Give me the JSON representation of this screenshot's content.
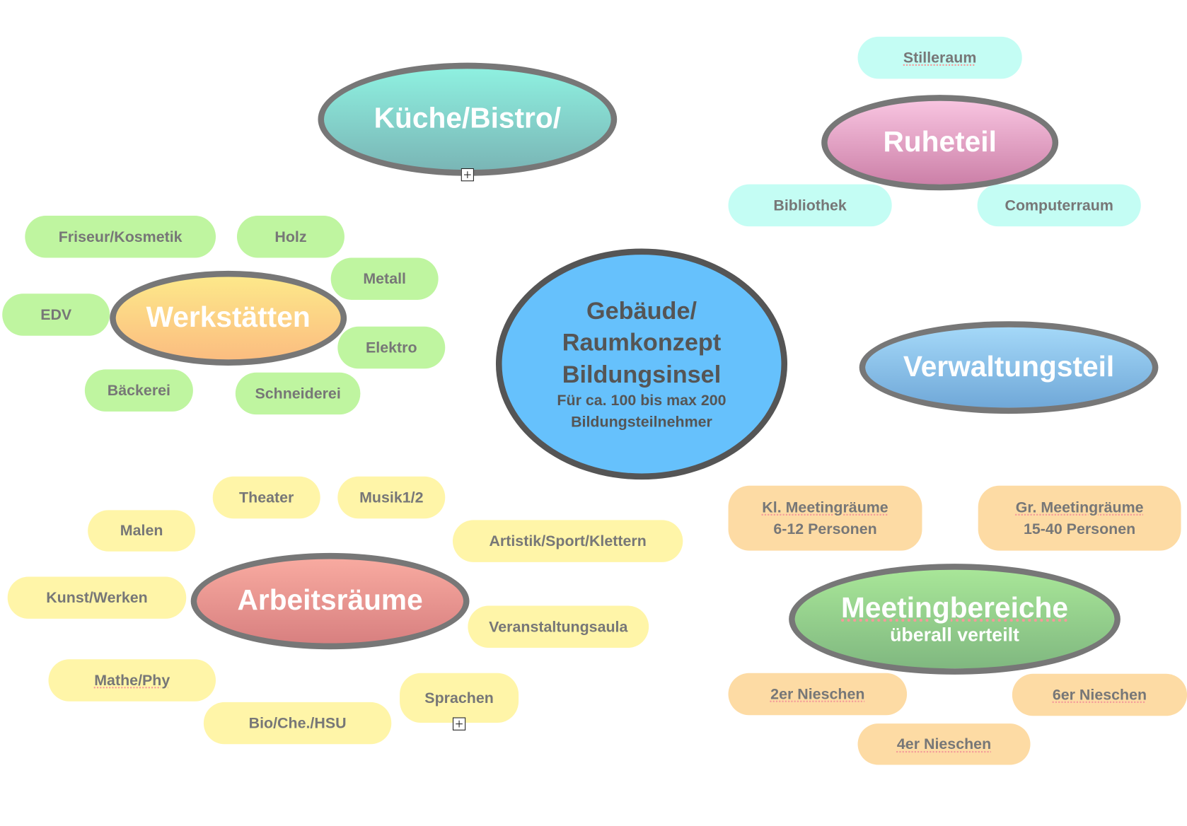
{
  "center": {
    "line1": "Gebäude/",
    "line2": "Raumkonzept",
    "line3": "Bildungsinsel",
    "sub1": "Für ca. 100 bis max 200",
    "sub2": "Bildungsteilnehmer"
  },
  "kueche": {
    "title": "Küche/Bistro/"
  },
  "ruheteil": {
    "title": "Ruheteil",
    "children": [
      "Stilleraum",
      "Bibliothek",
      "Computerraum"
    ]
  },
  "verwaltung": {
    "title": "Verwaltungsteil"
  },
  "werkstaetten": {
    "title": "Werkstätten",
    "children": [
      "Friseur/Kosmetik",
      "Holz",
      "Metall",
      "EDV",
      "Elektro",
      "Bäckerei",
      "Schneiderei"
    ]
  },
  "arbeitsraeume": {
    "title": "Arbeitsräume",
    "children": [
      "Theater",
      "Musik1/2",
      "Malen",
      "Artistik/Sport/Klettern",
      "Kunst/Werken",
      "Veranstaltungsaula",
      "Mathe/Phy",
      "Sprachen",
      "Bio/Che./HSU"
    ]
  },
  "meeting": {
    "title": "Meetingbereiche",
    "subtitle": "überall verteilt",
    "kl_line1": "Kl. Meetingräume",
    "kl_line2": "6-12 Personen",
    "gr_line1": "Gr. Meetingräume",
    "gr_line2": "15-40 Personen",
    "children": [
      "2er Nieschen",
      "6er Nieschen",
      "4er Nieschen"
    ]
  },
  "colors": {
    "border": "#777777",
    "center": "#66c1fc",
    "cyan": "#c4fdf4",
    "green": "#bff5a0",
    "yellow": "#fff5a8",
    "orange": "#fddba4"
  }
}
